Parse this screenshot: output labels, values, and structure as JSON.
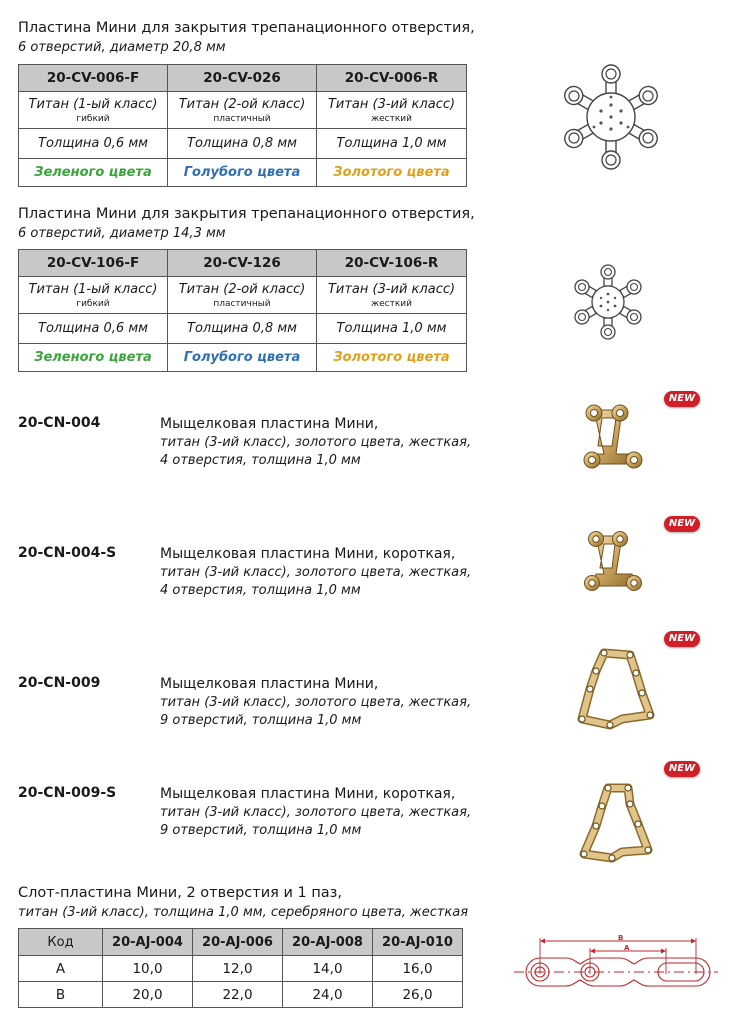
{
  "section1": {
    "title": "Пластина Мини для закрытия трепанационного отверстия,",
    "subtitle": "6 отверстий, диаметр 20,8 мм",
    "headers": [
      "20-CV-006-F",
      "20-CV-026",
      "20-CV-006-R"
    ],
    "material": [
      "Титан (1-ый класс)",
      "Титан (2-ой класс)",
      "Титан (3-ий класс)"
    ],
    "rigidity": [
      "гибкий",
      "пластичный",
      "жесткий"
    ],
    "thickness": [
      "Толщина 0,6 мм",
      "Толщина 0,8 мм",
      "Толщина 1,0 мм"
    ],
    "color": [
      "Зеленого цвета",
      "Голубого цвета",
      "Золотого цвета"
    ]
  },
  "section2": {
    "title": "Пластина Мини для закрытия трепанационного отверстия,",
    "subtitle": "6 отверстий, диаметр 14,3 мм",
    "headers": [
      "20-CV-106-F",
      "20-CV-126",
      "20-CV-106-R"
    ],
    "material": [
      "Титан (1-ый класс)",
      "Титан (2-ой класс)",
      "Титан (3-ий класс)"
    ],
    "rigidity": [
      "гибкий",
      "пластичный",
      "жесткий"
    ],
    "thickness": [
      "Толщина 0,6 мм",
      "Толщина 0,8 мм",
      "Толщина 1,0 мм"
    ],
    "color": [
      "Зеленого цвета",
      "Голубого цвета",
      "Золотого цвета"
    ]
  },
  "products": [
    {
      "code": "20-CN-004",
      "name": "Мыщелковая пластина Мини,",
      "line1": "титан (3-ий класс),  золотого цвета,  жесткая,",
      "line2": "4 отверстия, толщина 1,0 мм",
      "badge": "NEW"
    },
    {
      "code": "20-CN-004-S",
      "name": "Мыщелковая пластина Мини, короткая,",
      "line1": "титан (3-ий класс), золотого цвета,  жесткая,",
      "line2": "4 отверстия, толщина 1,0 мм",
      "badge": "NEW"
    },
    {
      "code": "20-CN-009",
      "name": "Мыщелковая пластина Мини,",
      "line1": "титан (3-ий класс), золотого цвета,  жесткая,",
      "line2": "9 отверстий, толщина 1,0 мм",
      "badge": "NEW"
    },
    {
      "code": "20-CN-009-S",
      "name": "Мыщелковая пластина Мини, короткая,",
      "line1": "титан (3-ий класс), золотого цвета,  жесткая,",
      "line2": "9 отверстий, толщина 1,0 мм",
      "badge": "NEW"
    }
  ],
  "slot": {
    "title": "Слот-пластина Мини, 2 отверстия и 1 паз,",
    "subtitle": "титан (3-ий класс), толщина 1,0 мм, серебряного цвета,  жесткая",
    "headers": [
      "Код",
      "20-AJ-004",
      "20-AJ-006",
      "20-AJ-008",
      "20-AJ-010"
    ],
    "rows": [
      [
        "A",
        "10,0",
        "12,0",
        "14,0",
        "16,0"
      ],
      [
        "B",
        "20,0",
        "22,0",
        "24,0",
        "26,0"
      ]
    ],
    "diagram_labels": {
      "a": "A",
      "b": "B"
    }
  },
  "colors": {
    "green": "#3aa53a",
    "blue": "#2f6fb5",
    "gold": "#e0a01a",
    "badge": "#d21f27",
    "header_bg": "#c8c8c8"
  }
}
